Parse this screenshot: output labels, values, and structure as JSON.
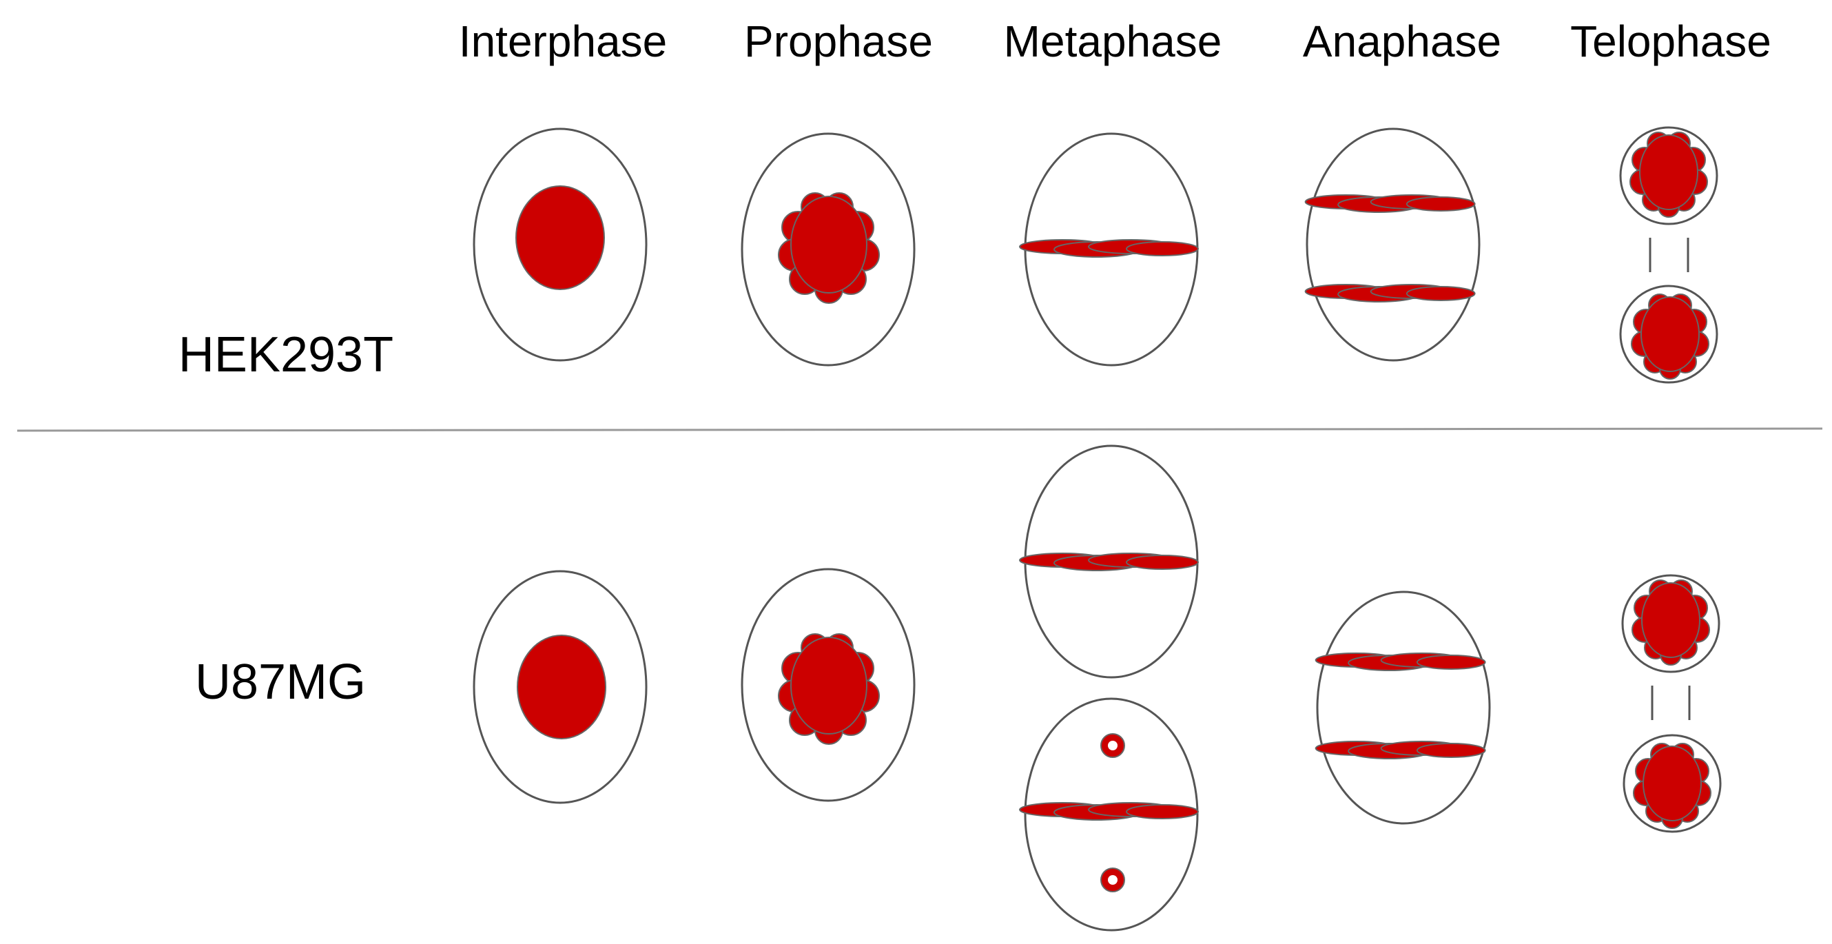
{
  "phases": [
    "Interphase",
    "Prophase",
    "Metaphase",
    "Anaphase",
    "Telophase"
  ],
  "cell_lines": [
    "HEK293T",
    "U87MG"
  ],
  "colors": {
    "chromatin": "#cc0000",
    "outline": "#555555",
    "divider": "#999999"
  }
}
